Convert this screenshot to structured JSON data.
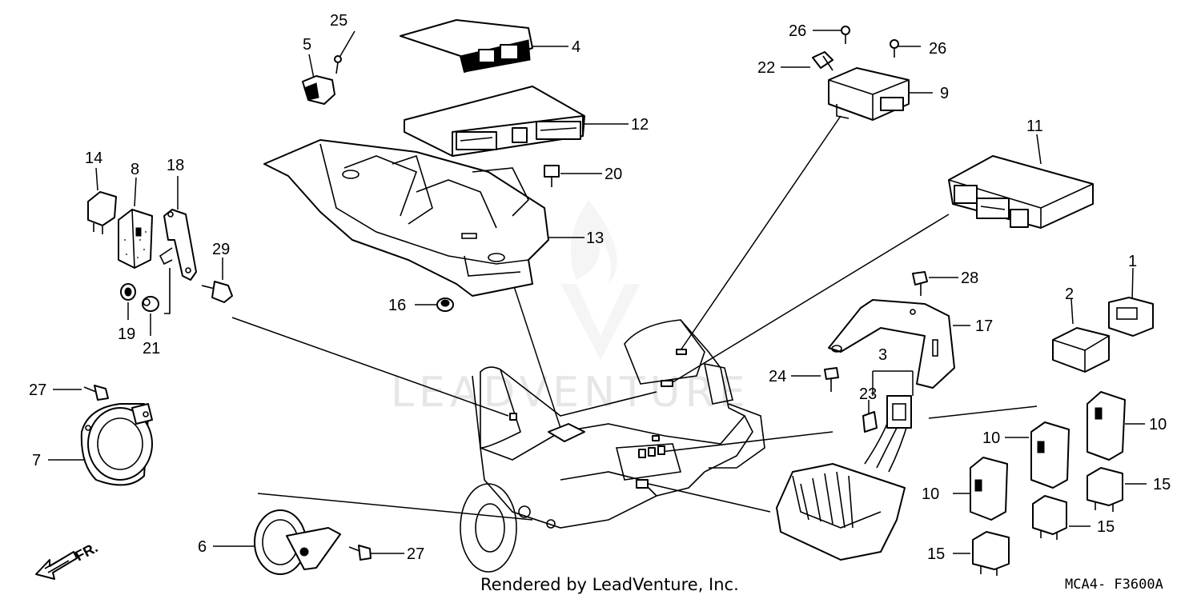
{
  "watermark": "LEADVENTURE",
  "footer": {
    "rendered_by": "Rendered by LeadVenture, Inc.",
    "ref_code": "MCA4- F3600A"
  },
  "direction": {
    "label": "FR."
  },
  "callouts": {
    "c1": "1",
    "c2": "2",
    "c3": "3",
    "c4": "4",
    "c5": "5",
    "c6": "6",
    "c7": "7",
    "c8": "8",
    "c9": "9",
    "c10a": "10",
    "c10b": "10",
    "c10c": "10",
    "c11": "11",
    "c12": "12",
    "c13": "13",
    "c14": "14",
    "c15a": "15",
    "c15b": "15",
    "c15c": "15",
    "c16": "16",
    "c17": "17",
    "c18": "18",
    "c19": "19",
    "c20": "20",
    "c21": "21",
    "c22": "22",
    "c23": "23",
    "c24": "24",
    "c25": "25",
    "c26a": "26",
    "c26b": "26",
    "c27a": "27",
    "c27b": "27",
    "c28": "28",
    "c29": "29"
  }
}
